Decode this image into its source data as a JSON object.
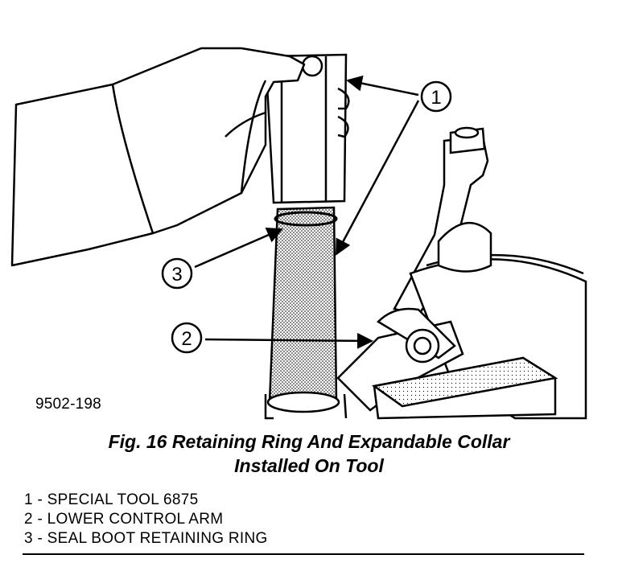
{
  "figure": {
    "id_code": "9502-198",
    "caption_line1": "Fig. 16 Retaining Ring And Expandable Collar",
    "caption_line2": "Installed On Tool",
    "callouts": [
      "1",
      "2",
      "3"
    ]
  },
  "legend": [
    {
      "number": "1",
      "text": "1 - SPECIAL TOOL 6875"
    },
    {
      "number": "2",
      "text": "2 - LOWER CONTROL ARM"
    },
    {
      "number": "3",
      "text": "3 - SEAL BOOT RETAINING RING"
    }
  ]
}
